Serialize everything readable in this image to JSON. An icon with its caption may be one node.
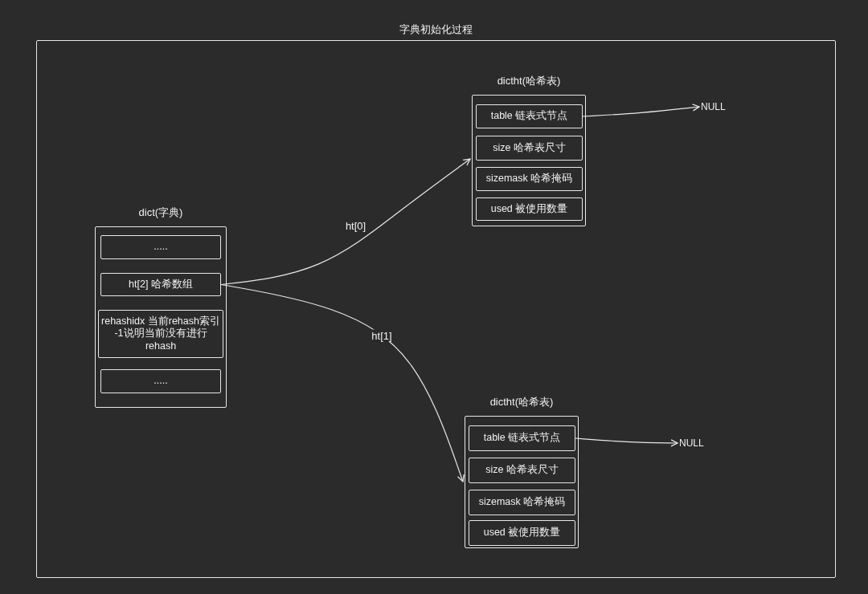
{
  "diagram": {
    "nodes": [
      {
        "text": [
          "字典初始化过程"
        ]
      },
      {
        "text": [
          "dict(字典)"
        ],
        "in": 0
      },
      {
        "text": [
          "....."
        ],
        "in": 1
      },
      {
        "text": [
          "ht[2] 哈希数组"
        ],
        "in": 1
      },
      {
        "text": [
          "rehashidx 当前rehash索引 -1说明当前没有进行 rehash"
        ],
        "in": 1
      },
      {
        "text": [
          "....."
        ],
        "in": 1
      },
      {
        "text": [
          "dictht(哈希表)"
        ],
        "in": 0
      },
      {
        "text": [
          "table 链表式节点"
        ],
        "in": 6
      },
      {
        "text": [
          "size 哈希表尺寸"
        ],
        "in": 6
      },
      {
        "text": [
          "sizemask 哈希掩码"
        ],
        "in": 6
      },
      {
        "text": [
          "used 被使用数量"
        ],
        "in": 6
      },
      {
        "text": [
          "dictht(哈希表)"
        ],
        "in": 0
      },
      {
        "text": [
          "table 链表式节点"
        ],
        "in": 11
      },
      {
        "text": [
          "size 哈希表尺寸"
        ],
        "in": 11
      },
      {
        "text": [
          "sizemask 哈希掩码"
        ],
        "in": 11
      },
      {
        "text": [
          "used 被使用数量"
        ],
        "in": 11
      },
      {
        "text": [
          "NULL"
        ],
        "in": 0
      },
      {
        "text": [
          "NULL"
        ],
        "in": 0
      }
    ],
    "edges": [
      {
        "from": 3,
        "to": 6,
        "arrow": "to",
        "label": "ht[0]"
      },
      {
        "from": 3,
        "to": 11,
        "arrow": "to",
        "label": "ht[1]"
      },
      {
        "from": 7,
        "to": 16,
        "arrow": "to"
      },
      {
        "from": 12,
        "to": 17,
        "arrow": "to"
      }
    ]
  }
}
